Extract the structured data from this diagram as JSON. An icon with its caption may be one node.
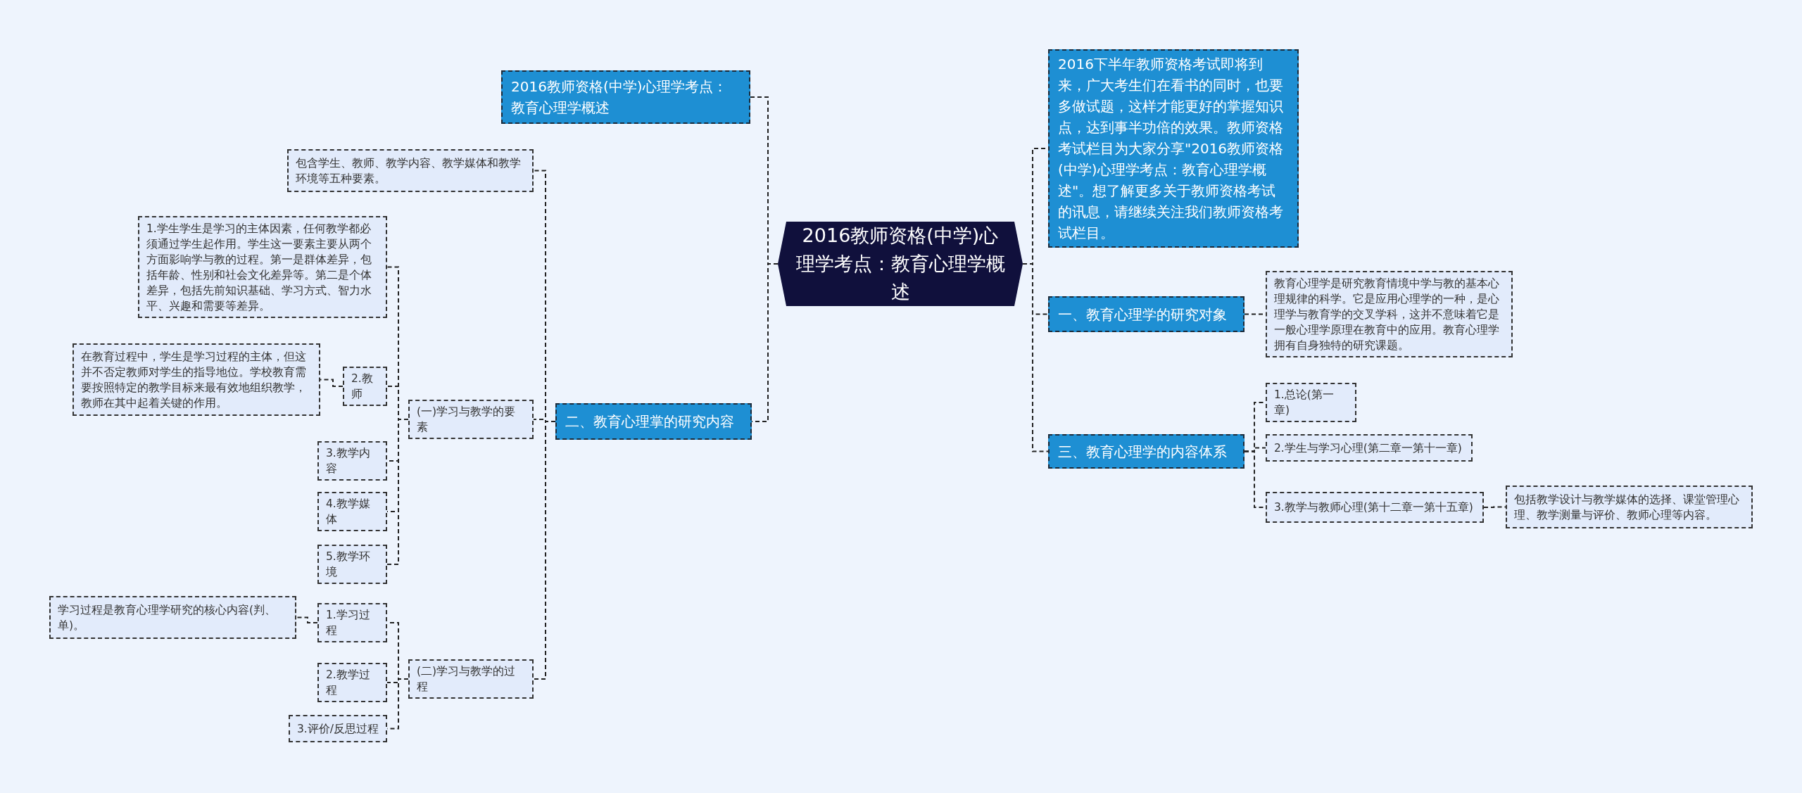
{
  "diagram": {
    "nodes": [
      {
        "text": [
          "2016教师资格(中学)心理学考点：教育心理学概述"
        ]
      },
      {
        "text": [
          "2016教师资格(中学)心理学考点：教育心理学概述"
        ]
      },
      {
        "text": [
          "二、教育心理掌的研究内容"
        ]
      },
      {
        "text": [
          "包含学生、教师、教学内容、教学媒体和教学环境等五种要素。"
        ]
      },
      {
        "text": [
          "(一)学习与教学的要素"
        ]
      },
      {
        "text": [
          "1.学生学生是学习的主体因素，任何教学都必须通过学生起作用。学生这一要素主要从两个方面影响学与教的过程。第一是群体差异，包括年龄、性别和社会文化差异等。第二是个体差异，包括先前知识基础、学习方式、智力水平、兴趣和需要等差异。"
        ]
      },
      {
        "text": [
          "2.教师"
        ]
      },
      {
        "text": [
          "在教育过程中，学生是学习过程的主体，但这并不否定教师对学生的指导地位。学校教育需要按照特定的教学目标来最有效地组织教学，教师在其中起着关键的作用。"
        ]
      },
      {
        "text": [
          "3.教学内容"
        ]
      },
      {
        "text": [
          "4.教学媒体"
        ]
      },
      {
        "text": [
          "5.教学环境"
        ]
      },
      {
        "text": [
          "(二)学习与教学的过程"
        ]
      },
      {
        "text": [
          "1.学习过程"
        ]
      },
      {
        "text": [
          "学习过程是教育心理学研究的核心内容(判、单)。"
        ]
      },
      {
        "text": [
          "2.教学过程"
        ]
      },
      {
        "text": [
          "3.评价/反思过程"
        ]
      },
      {
        "text": [
          "2016下半年教师资格考试即将到来，广大考生们在看书的同时，也要多做试题，这样才能更好的掌握知识点，达到事半功倍的效果。教师资格考试栏目为大家分享\"2016教师资格(中学)心理学考点：教育心理学概述\"。想了解更多关于教师资格考试的讯息，请继续关注我们教师资格考试栏目。"
        ]
      },
      {
        "text": [
          "一、教育心理学的研究对象"
        ]
      },
      {
        "text": [
          "教育心理学是研究教育情境中学与教的基本心理规律的科学。它是应用心理学的一种，是心理学与教育学的交叉学科，这并不意味着它是一般心理学原理在教育中的应用。教育心理学拥有自身独特的研究课题。"
        ]
      },
      {
        "text": [
          "三、教育心理学的内容体系"
        ]
      },
      {
        "text": [
          "1.总论(第一章)"
        ]
      },
      {
        "text": [
          "2.学生与学习心理(第二章一第十一章)"
        ]
      },
      {
        "text": [
          "3.教学与教师心理(第十二章一第十五章)"
        ]
      },
      {
        "text": [
          "包括教学设计与教学媒体的选择、课堂管理心理、教学测量与评价、教师心理等内容。"
        ]
      }
    ],
    "edges": [
      {
        "from": 0,
        "to": 1,
        "arrow": "none",
        "style": "dashed"
      },
      {
        "from": 0,
        "to": 2,
        "arrow": "none",
        "style": "dashed"
      },
      {
        "from": 2,
        "to": 3,
        "arrow": "none",
        "style": "dashed"
      },
      {
        "from": 2,
        "to": 4,
        "arrow": "none",
        "style": "dashed"
      },
      {
        "from": 2,
        "to": 11,
        "arrow": "none",
        "style": "dashed"
      },
      {
        "from": 4,
        "to": 5,
        "arrow": "none",
        "style": "dashed"
      },
      {
        "from": 4,
        "to": 6,
        "arrow": "none",
        "style": "dashed"
      },
      {
        "from": 6,
        "to": 7,
        "arrow": "none",
        "style": "dashed"
      },
      {
        "from": 4,
        "to": 8,
        "arrow": "none",
        "style": "dashed"
      },
      {
        "from": 4,
        "to": 9,
        "arrow": "none",
        "style": "dashed"
      },
      {
        "from": 4,
        "to": 10,
        "arrow": "none",
        "style": "dashed"
      },
      {
        "from": 11,
        "to": 12,
        "arrow": "none",
        "style": "dashed"
      },
      {
        "from": 12,
        "to": 13,
        "arrow": "none",
        "style": "dashed"
      },
      {
        "from": 11,
        "to": 14,
        "arrow": "none",
        "style": "dashed"
      },
      {
        "from": 11,
        "to": 15,
        "arrow": "none",
        "style": "dashed"
      },
      {
        "from": 0,
        "to": 16,
        "arrow": "none",
        "style": "dashed"
      },
      {
        "from": 0,
        "to": 17,
        "arrow": "none",
        "style": "dashed"
      },
      {
        "from": 17,
        "to": 18,
        "arrow": "none",
        "style": "dashed"
      },
      {
        "from": 0,
        "to": 19,
        "arrow": "none",
        "style": "dashed"
      },
      {
        "from": 19,
        "to": 20,
        "arrow": "none",
        "style": "dashed"
      },
      {
        "from": 19,
        "to": 21,
        "arrow": "none",
        "style": "dashed"
      },
      {
        "from": 19,
        "to": 22,
        "arrow": "none",
        "style": "dashed"
      },
      {
        "from": 22,
        "to": 23,
        "arrow": "none",
        "style": "dashed"
      }
    ]
  }
}
